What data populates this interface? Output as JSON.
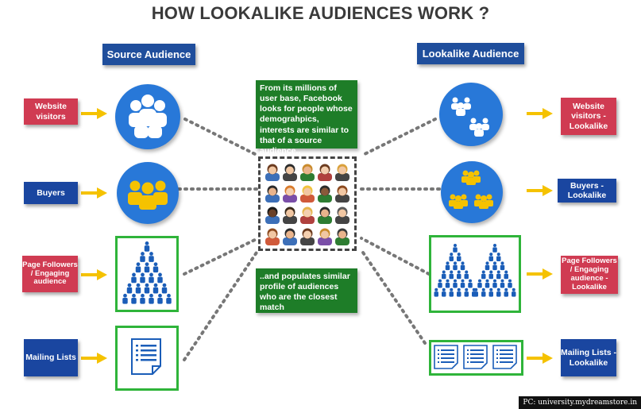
{
  "title": "HOW LOOKALIKE AUDIENCES WORK ?",
  "source_header": "Source Audience",
  "lookalike_header": "Lookalike Audience",
  "source_labels": [
    "Website visitors",
    "Buyers",
    "Page Followers / Engaging audience",
    "Mailing Lists"
  ],
  "lookalike_labels": [
    "Website visitors - Lookalike",
    "Buyers - Lookalike",
    "Page Followers / Engaging audience - Lookalike",
    "Mailing Lists - Lookalike"
  ],
  "note_top": "From its millions of user base, Facebook looks for people whose demograhpics, interests are similar to that of a source audience..",
  "note_bottom": "..and populates similar profile of audiences who are the closest match",
  "credit": "PC: university.mydreamstore.in",
  "colors": {
    "red_label": "#d03b52",
    "blue_label": "#1a46a0",
    "note_green": "#1e7d28",
    "circle_blue": "#2878d8",
    "box_green": "#2fb43a",
    "arrow_yellow": "#f5c200"
  }
}
